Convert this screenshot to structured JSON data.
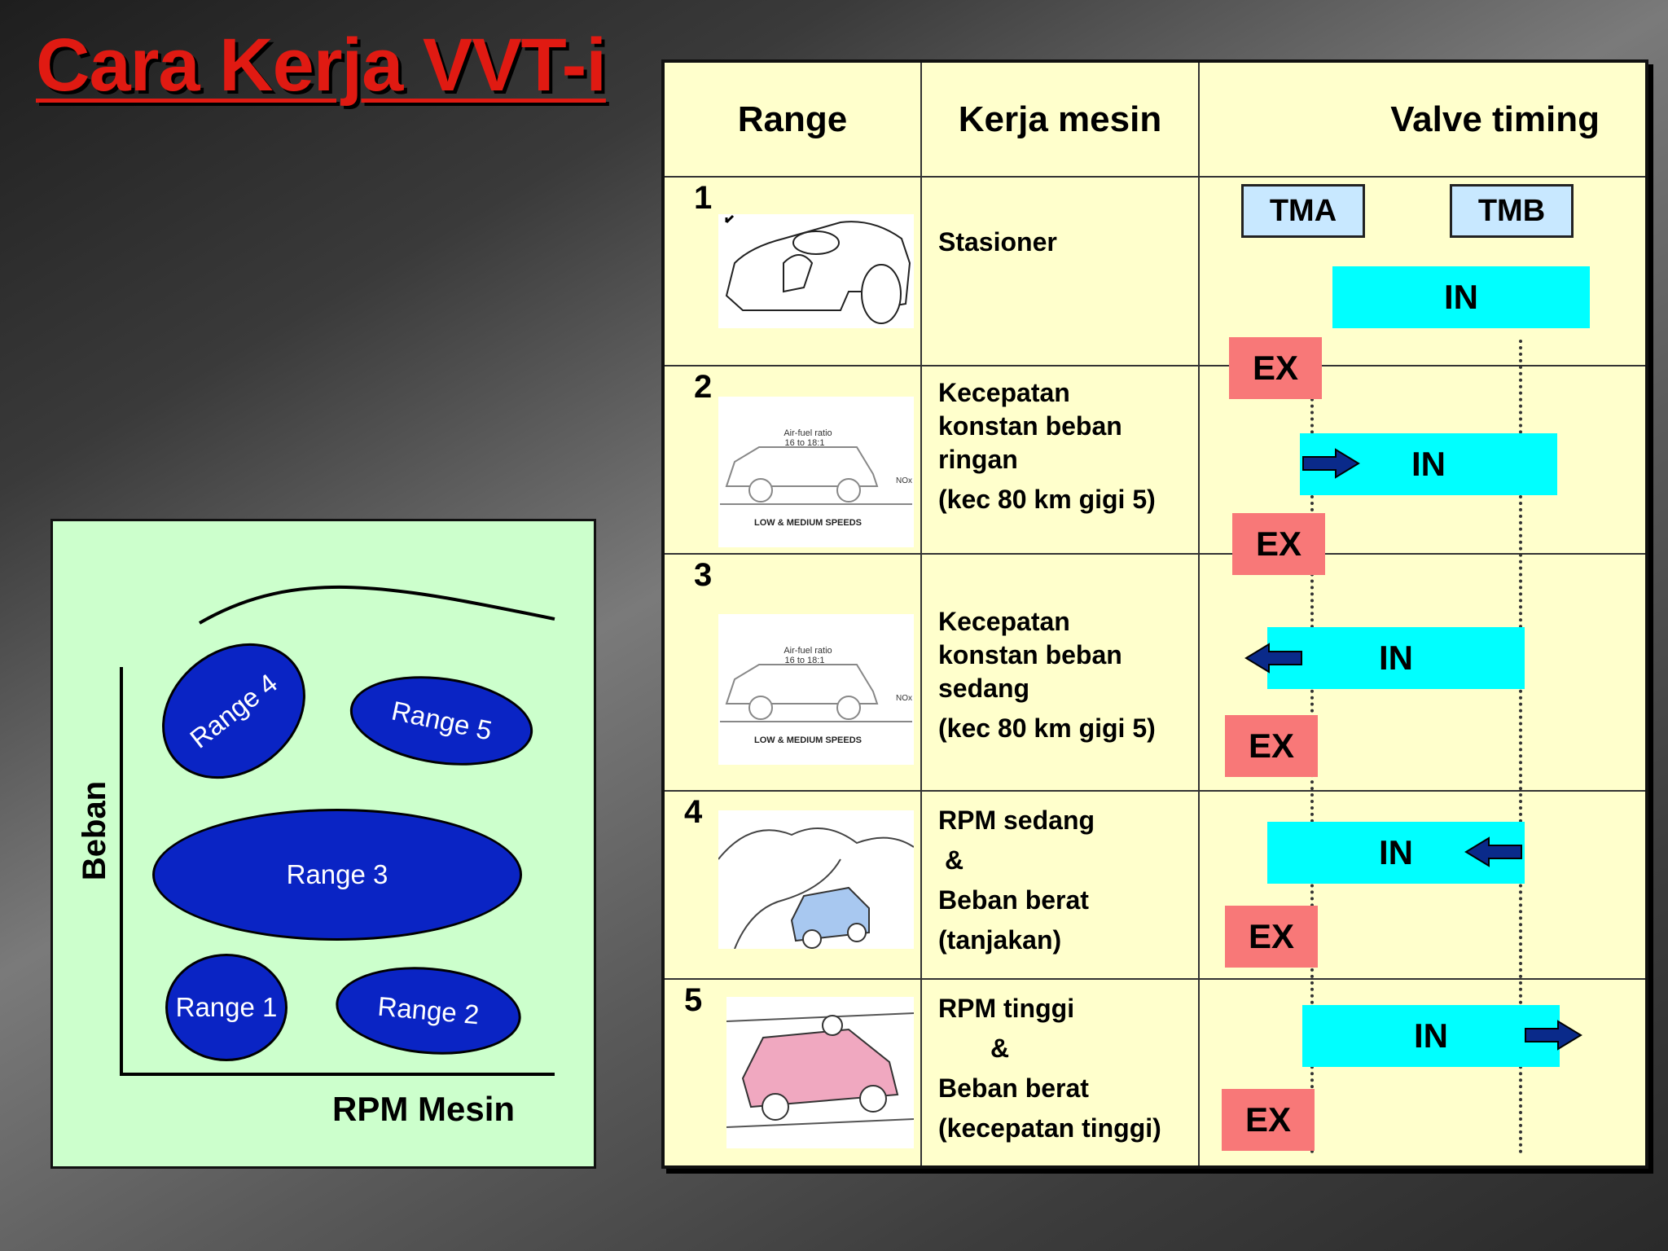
{
  "title": "Cara Kerja VVT-i",
  "map": {
    "y_label": "Beban",
    "x_label": "RPM Mesin",
    "ranges": [
      "Range 1",
      "Range 2",
      "Range 3",
      "Range 4",
      "Range 5"
    ]
  },
  "table": {
    "headers": [
      "Range",
      "Kerja mesin",
      "Valve timing"
    ],
    "tma": "TMA",
    "tmb": "TMB",
    "in_label": "IN",
    "ex_label": "EX",
    "illustration_text": {
      "af_ratio": "Air-fuel ratio",
      "af_value": "16 to 18:1",
      "nox": "NOx",
      "speeds": "LOW & MEDIUM SPEEDS"
    },
    "rows": [
      {
        "num": "1",
        "lines": [
          "Stasioner"
        ],
        "in_shift": "none"
      },
      {
        "num": "2",
        "lines": [
          "Kecepatan",
          "konstan beban",
          "ringan",
          "(kec 80 km gigi 5)"
        ],
        "in_shift": "advance-arrow-right"
      },
      {
        "num": "3",
        "lines": [
          "Kecepatan",
          "konstan beban",
          "sedang",
          "(kec 80 km gigi 5)"
        ],
        "in_shift": "advance-arrow-left"
      },
      {
        "num": "4",
        "lines": [
          "RPM sedang",
          "&",
          "Beban berat",
          "(tanjakan)"
        ],
        "in_shift": "arrow-left"
      },
      {
        "num": "5",
        "lines": [
          "RPM tinggi",
          "&",
          "Beban berat",
          "(kecepatan tinggi)"
        ],
        "in_shift": "arrow-right"
      }
    ]
  },
  "colors": {
    "title": "#e01a12",
    "range_fill": "#0a24c4",
    "map_bg": "#ccffcc",
    "table_bg": "#ffffcc",
    "in_bar": "#00ffff",
    "ex_box": "#f87878",
    "tm_box": "#c8e8ff",
    "arrow": "#0a2a8a"
  }
}
